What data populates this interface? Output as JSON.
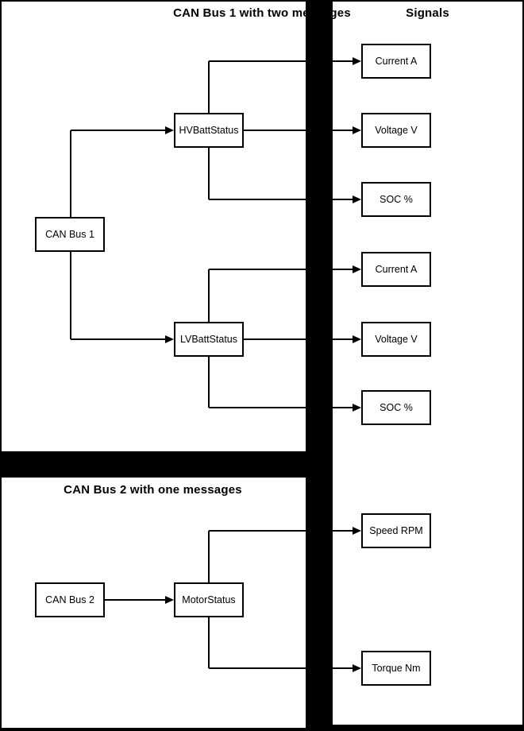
{
  "page": {
    "background_color": "#000000",
    "panel_color": "#ffffff",
    "line_color": "#000000",
    "text_color": "#000000"
  },
  "panels": {
    "bus1": {
      "title": "CAN Bus 1 with two messages"
    },
    "bus2": {
      "title": "CAN Bus 2 with one messages"
    },
    "signals": {
      "title": "Signals"
    }
  },
  "nodes": {
    "can_bus_1": "CAN Bus 1",
    "hv_batt_status": "HVBattStatus",
    "lv_batt_status": "LVBattStatus",
    "can_bus_2": "CAN Bus 2",
    "motor_status": "MotorStatus"
  },
  "signals": {
    "hv": [
      "Current A",
      "Voltage V",
      "SOC %"
    ],
    "lv": [
      "Current A",
      "Voltage V",
      "SOC %"
    ],
    "motor": [
      "Speed RPM",
      "Torque Nm"
    ]
  },
  "edges": {
    "can_bus_1_to": [
      "HVBattStatus",
      "LVBattStatus"
    ],
    "can_bus_2_to": [
      "MotorStatus"
    ],
    "hv_batt_status_to": [
      "Current A",
      "Voltage V",
      "SOC %"
    ],
    "lv_batt_status_to": [
      "Current A",
      "Voltage V",
      "SOC %"
    ],
    "motor_status_to": [
      "Speed RPM",
      "Torque Nm"
    ]
  }
}
